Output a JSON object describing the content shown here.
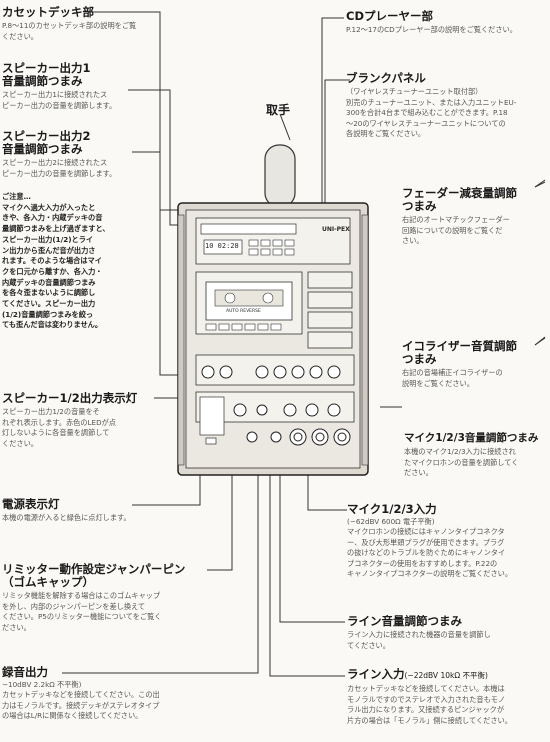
{
  "left": [
    {
      "id": "cassette",
      "title": [
        "カセットデッキ部"
      ],
      "desc": [
        "P.8〜11のカセットデッキ部の説明をご覧",
        "ください。"
      ]
    },
    {
      "id": "sp1",
      "title": [
        "スピーカー出力1",
        "音量調節つまみ"
      ],
      "desc": [
        "スピーカー出力1に接続されたス",
        "ピーカー出力の音量を調節します。"
      ]
    },
    {
      "id": "sp2",
      "title": [
        "スピーカー出力2",
        "音量調節つまみ"
      ],
      "desc": [
        "スピーカー出力2に接続されたス",
        "ピーカー出力の音量を調節します。"
      ]
    },
    {
      "id": "caution",
      "title": [],
      "desc": [
        "ご注意…",
        "マイクへ過大入力が入ったと",
        "きや、各入力・内蔵デッキの音",
        "量調節つまみを上げ過ぎますと、",
        "スピーカー出力(1/2)とライ",
        "ン出力から歪んだ音が出力さ",
        "れます。そのような場合はマイ",
        "クを口元から離すか、各入力・",
        "内蔵デッキの音量調節つまみ",
        "を各々歪まないように調節し",
        "てください。スピーカー出力",
        "(1/2)音量調節つまみを絞っ",
        "ても歪んだ音は変わりません。"
      ]
    },
    {
      "id": "indicator",
      "title": [
        "スピーカー1/2出力表示灯"
      ],
      "desc": [
        "スピーカー出力1/2の音量をそ",
        "れぞれ表示します。赤色のLEDが点",
        "灯しないように各音量を調節して",
        "ください。"
      ]
    },
    {
      "id": "power",
      "title": [
        "電源表示灯"
      ],
      "desc": [
        "本機の電源が入ると緑色に点灯します。"
      ]
    },
    {
      "id": "limiter",
      "title": [
        "リミッター動作設定ジャンパーピン",
        "（ゴムキャップ）"
      ],
      "desc": [
        "リミッタ機能を解除する場合はこのゴムキャップ",
        "を外し、内部のジャンパーピンを差し換えて",
        "ください。P5のリミッター機能についてをご覧く",
        "ださい。"
      ]
    },
    {
      "id": "rec",
      "title": [
        "録音出力"
      ],
      "spec": "−10dBV 2.2kΩ 不平衡)",
      "desc": [
        "カセットデッキなどを接続してください。この出",
        "力はモノラルです。接続デッキがステレオタイプ",
        "の場合はL/Rに関係なく接続してください。"
      ]
    }
  ],
  "right": [
    {
      "id": "cd",
      "title": [
        "CDプレーヤー部"
      ],
      "desc": [
        "P.12〜17のCDプレーヤー部の説明をご覧ください。"
      ]
    },
    {
      "id": "blank",
      "title": [
        "ブランクパネル"
      ],
      "desc": [
        "（ワイヤレスチューナーユニット取付部）",
        "別売のチューナーユニット、または入力ユニットEU-",
        "300を合計4台まで組み込むことができます。P.18",
        "〜20のワイヤレスチューナーユニットについての",
        "各説明をご覧ください。"
      ]
    },
    {
      "id": "fader",
      "title": [
        "フェーダー減衰量調節",
        "つまみ"
      ],
      "desc": [
        "右記のオートマチックフェーダー",
        "回路についての説明をご覧くだ",
        "さい。"
      ]
    },
    {
      "id": "eq",
      "title": [
        "イコライザー音質調節",
        "つまみ"
      ],
      "desc": [
        "右記の音場補正イコライザーの",
        "説明をご覧ください。"
      ]
    },
    {
      "id": "mic_vol",
      "title": [
        "マイク1/2/3音量調節つまみ"
      ],
      "desc": [
        "本機のマイク1/2/3入力に接続され",
        "たマイクロホンの音量を調節してく",
        "ださい。"
      ]
    },
    {
      "id": "mic_in",
      "title": [
        "マイク1/2/3入力"
      ],
      "spec": "(−62dBV 600Ω 電子平衡)",
      "desc": [
        "マイクロホンの接続にはキャノンタイプコネクタ",
        "ー、及び大形単頭プラグが使用できます。プラグ",
        "の抜けなどのトラブルを防ぐためにキャノンタイ",
        "プコネクターの使用をおすすめします。P.22の",
        "キャノンタイプコネクターの説明をご覧ください。"
      ]
    },
    {
      "id": "line_vol",
      "title": [
        "ライン音量調節つまみ"
      ],
      "desc": [
        "ライン入力に接続された機器の音量を調節し",
        "てください。"
      ]
    },
    {
      "id": "line_in",
      "title": [
        "ライン入力"
      ],
      "spec": "(−22dBV 10kΩ 不平衡)",
      "desc": [
        "カセットデッキなどを接続してください。本機は",
        "モノラルですのでステレオで入力された音もモノ",
        "ラル出力になります。又接続するピンジャックが",
        "片方の場合は「モノラル」側に接続してください。"
      ]
    }
  ],
  "handle_label": "取手",
  "device": {
    "brand": "UNI-PEX",
    "display": "10 02:28",
    "cassette_label": "AUTO REVERSE"
  },
  "colors": {
    "line": "#333333",
    "accent": "#1a1a1a"
  }
}
